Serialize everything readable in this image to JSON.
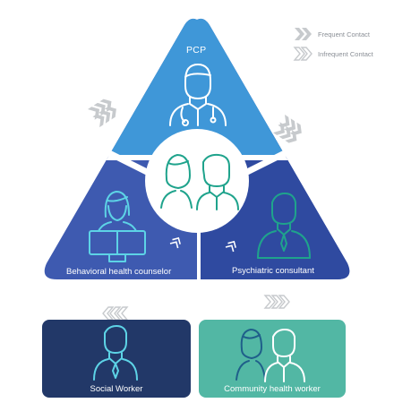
{
  "legend": {
    "frequent_label": "Frequent Contact",
    "infrequent_label": "Infrequent Contact",
    "frequent_icon": "double-chevron-icon",
    "infrequent_icon": "double-chevron-icon"
  },
  "triangle": {
    "top": {
      "label": "PCP",
      "color": "#3f97d8",
      "icon": "doctor-icon"
    },
    "left": {
      "label": "Behavioral health counselor",
      "color": "#3e5ab0",
      "icon": "counselor-at-computer-icon"
    },
    "right": {
      "label": "Psychiatric consultant",
      "color": "#2f4aa0",
      "icon": "consultant-icon"
    },
    "center": {
      "icon": "patient-pair-icon",
      "line_color": "#1fa38c"
    }
  },
  "cards": {
    "social_worker": {
      "label": "Social Worker",
      "color": "#223868",
      "icon": "social-worker-icon"
    },
    "community_health_worker": {
      "label": "Community health worker",
      "color": "#52b7a4",
      "icon": "community-pair-icon"
    }
  },
  "colors": {
    "chevron_gray": "#c7cacd",
    "chevron_white": "#ffffff",
    "icon_line": "#ffffff",
    "teal": "#1fa38c"
  }
}
